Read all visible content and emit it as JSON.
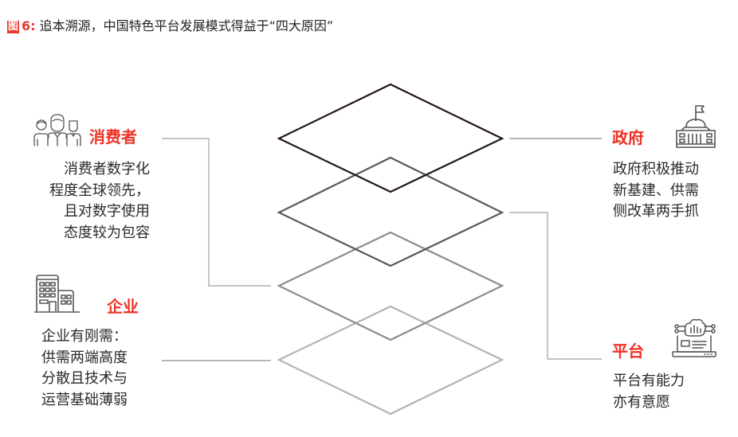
{
  "title": {
    "figure_label": "图",
    "figure_number": "6:",
    "text": "追本溯源，中国特色平台发展模式得益于“四大原因”"
  },
  "colors": {
    "accent": "#ee3124",
    "text": "#2a2a2a",
    "diamond_1": "#231815",
    "diamond_2": "#595959",
    "diamond_3": "#8c8c8c",
    "diamond_4": "#b3b3b3",
    "connector": "#9e9e9e"
  },
  "factors": {
    "consumer": {
      "icon": "people-group-icon",
      "heading": "消费者",
      "lines": [
        "消费者数字化",
        "程度全球领先，",
        "且对数字使用",
        "态度较为包容"
      ]
    },
    "enterprise": {
      "icon": "office-building-icon",
      "heading": "企业",
      "lines": [
        "企业有刚需：",
        "供需两端高度",
        "分散且技术与",
        "运营基础薄弱"
      ]
    },
    "government": {
      "icon": "government-capitol-icon",
      "heading": "政府",
      "lines": [
        "政府积极推动",
        "新基建、供需",
        "侧改革两手抓"
      ]
    },
    "platform": {
      "icon": "laptop-analytics-icon",
      "heading": "平台",
      "lines": [
        "平台有能力",
        "亦有意愿"
      ]
    }
  },
  "diagram": {
    "layers": 4,
    "shape": "stacked-diamonds"
  }
}
